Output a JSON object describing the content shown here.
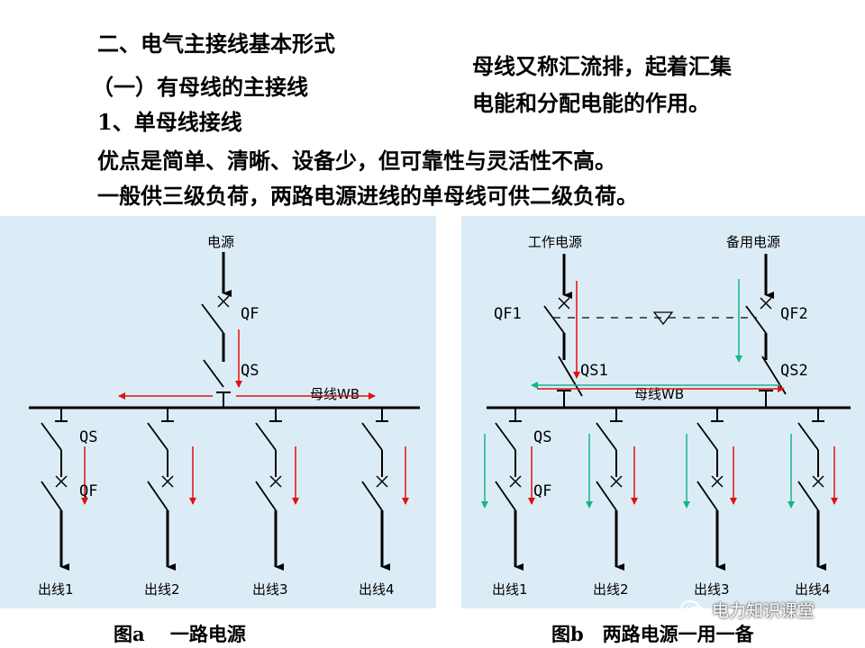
{
  "header": {
    "title": "二、电气主接线基本形式",
    "subtitle": "（一）有母线的主接线",
    "section": "1、单母线接线",
    "note_line1": "母线又称汇流排，起着汇集",
    "note_line2": "电能和分配电能的作用。",
    "desc_line1": "优点是简单、清晰、设备少，但可靠性与灵活性不高。",
    "desc_line2": "一般供三级负荷，两路电源进线的单母线可供二级负荷。"
  },
  "fig_a": {
    "caption": "图a　 一路电源",
    "source": "电源",
    "qf": "QF",
    "qs": "QS",
    "bus": "母线WB",
    "branch_qs": "QS",
    "branch_qf": "QF",
    "outputs": [
      "出线1",
      "出线2",
      "出线3",
      "出线4"
    ]
  },
  "fig_b": {
    "caption": "图b　两路电源一用一备",
    "source_work": "工作电源",
    "source_backup": "备用电源",
    "qf1": "QF1",
    "qf2": "QF2",
    "qs1": "QS1",
    "qs2": "QS2",
    "bus": "母线WB",
    "branch_qs": "QS",
    "branch_qf": "QF",
    "outputs": [
      "出线1",
      "出线2",
      "出线3",
      "出线4"
    ]
  },
  "watermark": {
    "text": "电力知识课堂",
    "icon": "wechat-icon"
  },
  "colors": {
    "panel": "#dcecf6",
    "flow_red": "#e01010",
    "flow_green": "#14b48c",
    "line": "#000000"
  }
}
